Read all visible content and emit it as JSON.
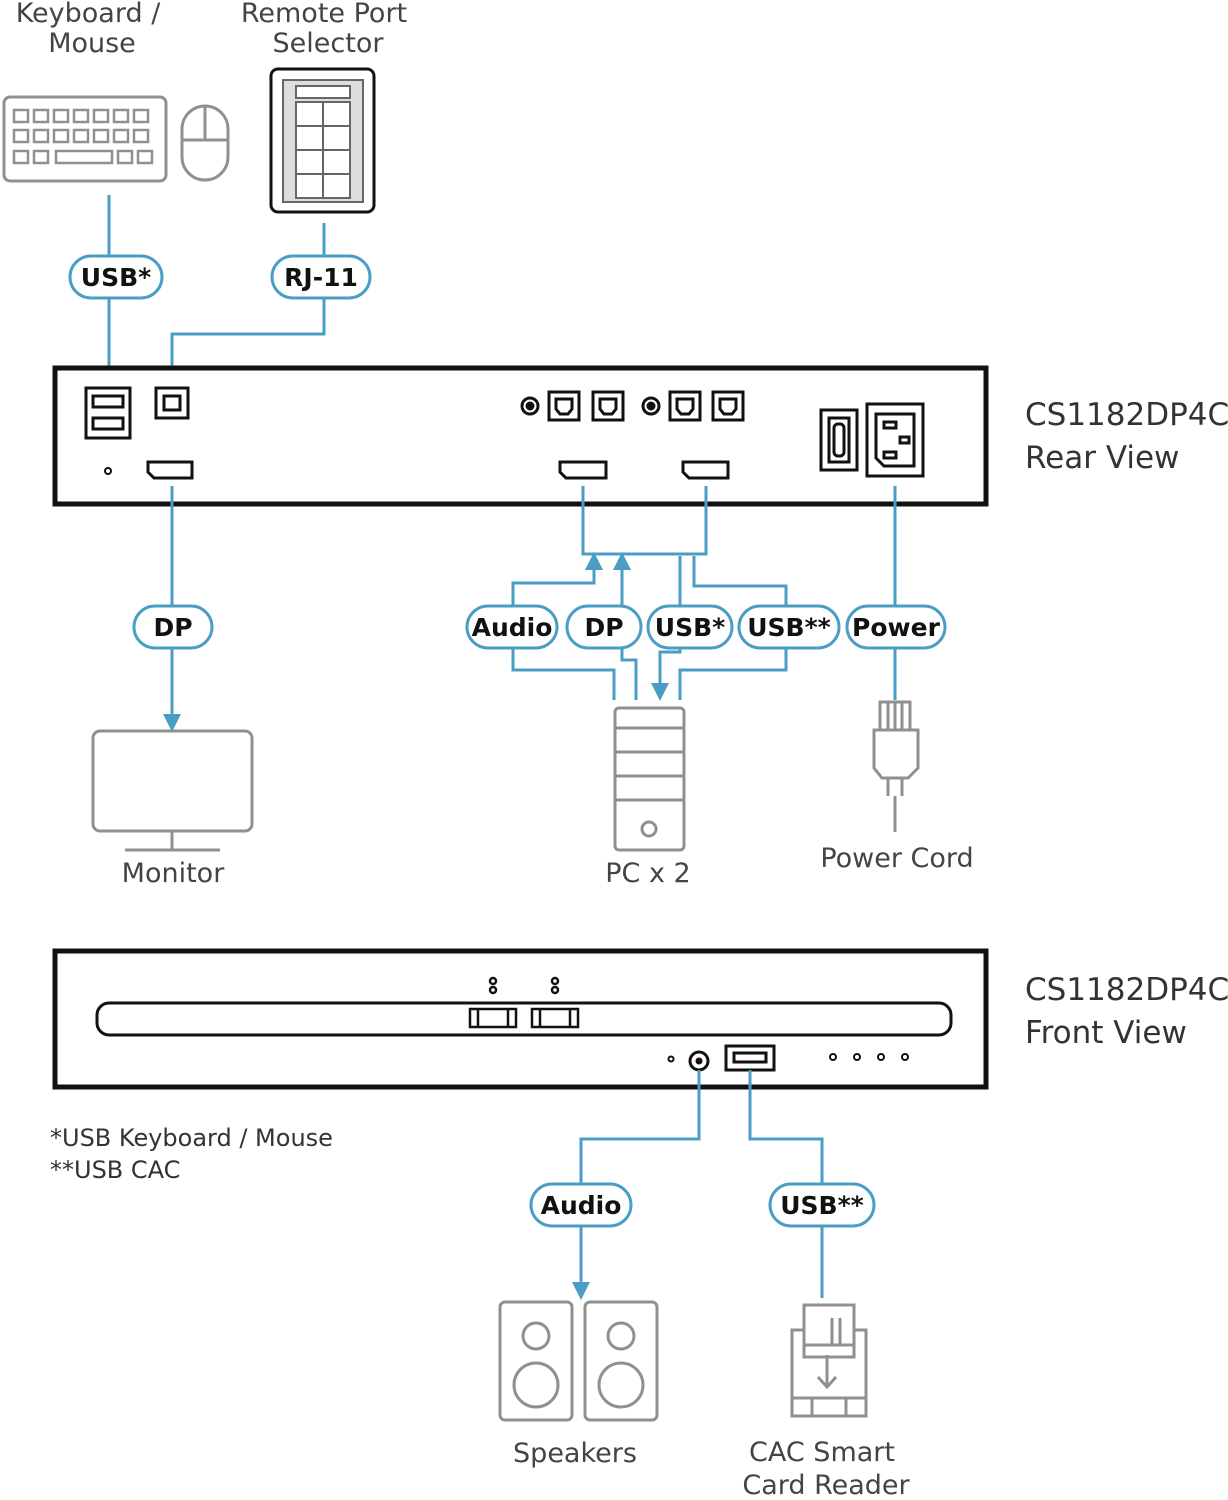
{
  "colors": {
    "cable": "#4a9ec6",
    "device": "#909090",
    "housing": "#111111"
  },
  "labels": {
    "keyboard_mouse": [
      "Keyboard /",
      "Mouse"
    ],
    "remote_port_selector": [
      "Remote Port",
      "Selector"
    ],
    "monitor": "Monitor",
    "pc": "PC x 2",
    "power_cord": "Power Cord",
    "speakers": "Speakers",
    "cac_reader": [
      "CAC Smart",
      "Card Reader"
    ]
  },
  "rear": {
    "model": "CS1182DP4C",
    "view": "Rear View"
  },
  "front": {
    "model": "CS1182DP4C",
    "view": "Front View"
  },
  "cables": {
    "usb_kbm": "USB*",
    "rj11": "RJ-11",
    "dp_monitor": "DP",
    "audio_pc": "Audio",
    "dp_pc": "DP",
    "usb_pc": "USB*",
    "usbcac_pc": "USB**",
    "power": "Power",
    "audio_front": "Audio",
    "usbcac_front": "USB**"
  },
  "footnotes": [
    "*USB Keyboard / Mouse",
    "**USB CAC"
  ]
}
